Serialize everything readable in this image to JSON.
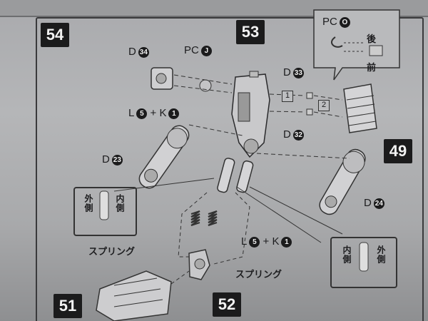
{
  "labels": {
    "step_main": "54",
    "part_53": "53",
    "part_49": "49",
    "part_51": "51",
    "part_52": "52",
    "d34": "D",
    "d34_num": "34",
    "pcj": "PC",
    "pcj_letter": "J",
    "pco": "PC",
    "pco_letter": "O",
    "d33": "D",
    "d33_num": "33",
    "d32": "D",
    "d32_num": "32",
    "d23": "D",
    "d23_num": "23",
    "d24": "D",
    "d24_num": "24",
    "l5k1_top": "L",
    "l5k1_top_num": "5",
    "l5k1_top_k": "+ K",
    "l5k1_top_knum": "1",
    "l5k1_bot": "L",
    "l5k1_bot_num": "5",
    "l5k1_bot_k": "+ K",
    "l5k1_bot_knum": "1",
    "spring_left": "スプリング",
    "spring_right": "スプリング",
    "back": "後",
    "front": "前",
    "order1": "1",
    "order2": "2",
    "legend_left_outer": "外側",
    "legend_left_inner": "内側",
    "legend_right_inner": "内側",
    "legend_right_outer": "外側"
  }
}
